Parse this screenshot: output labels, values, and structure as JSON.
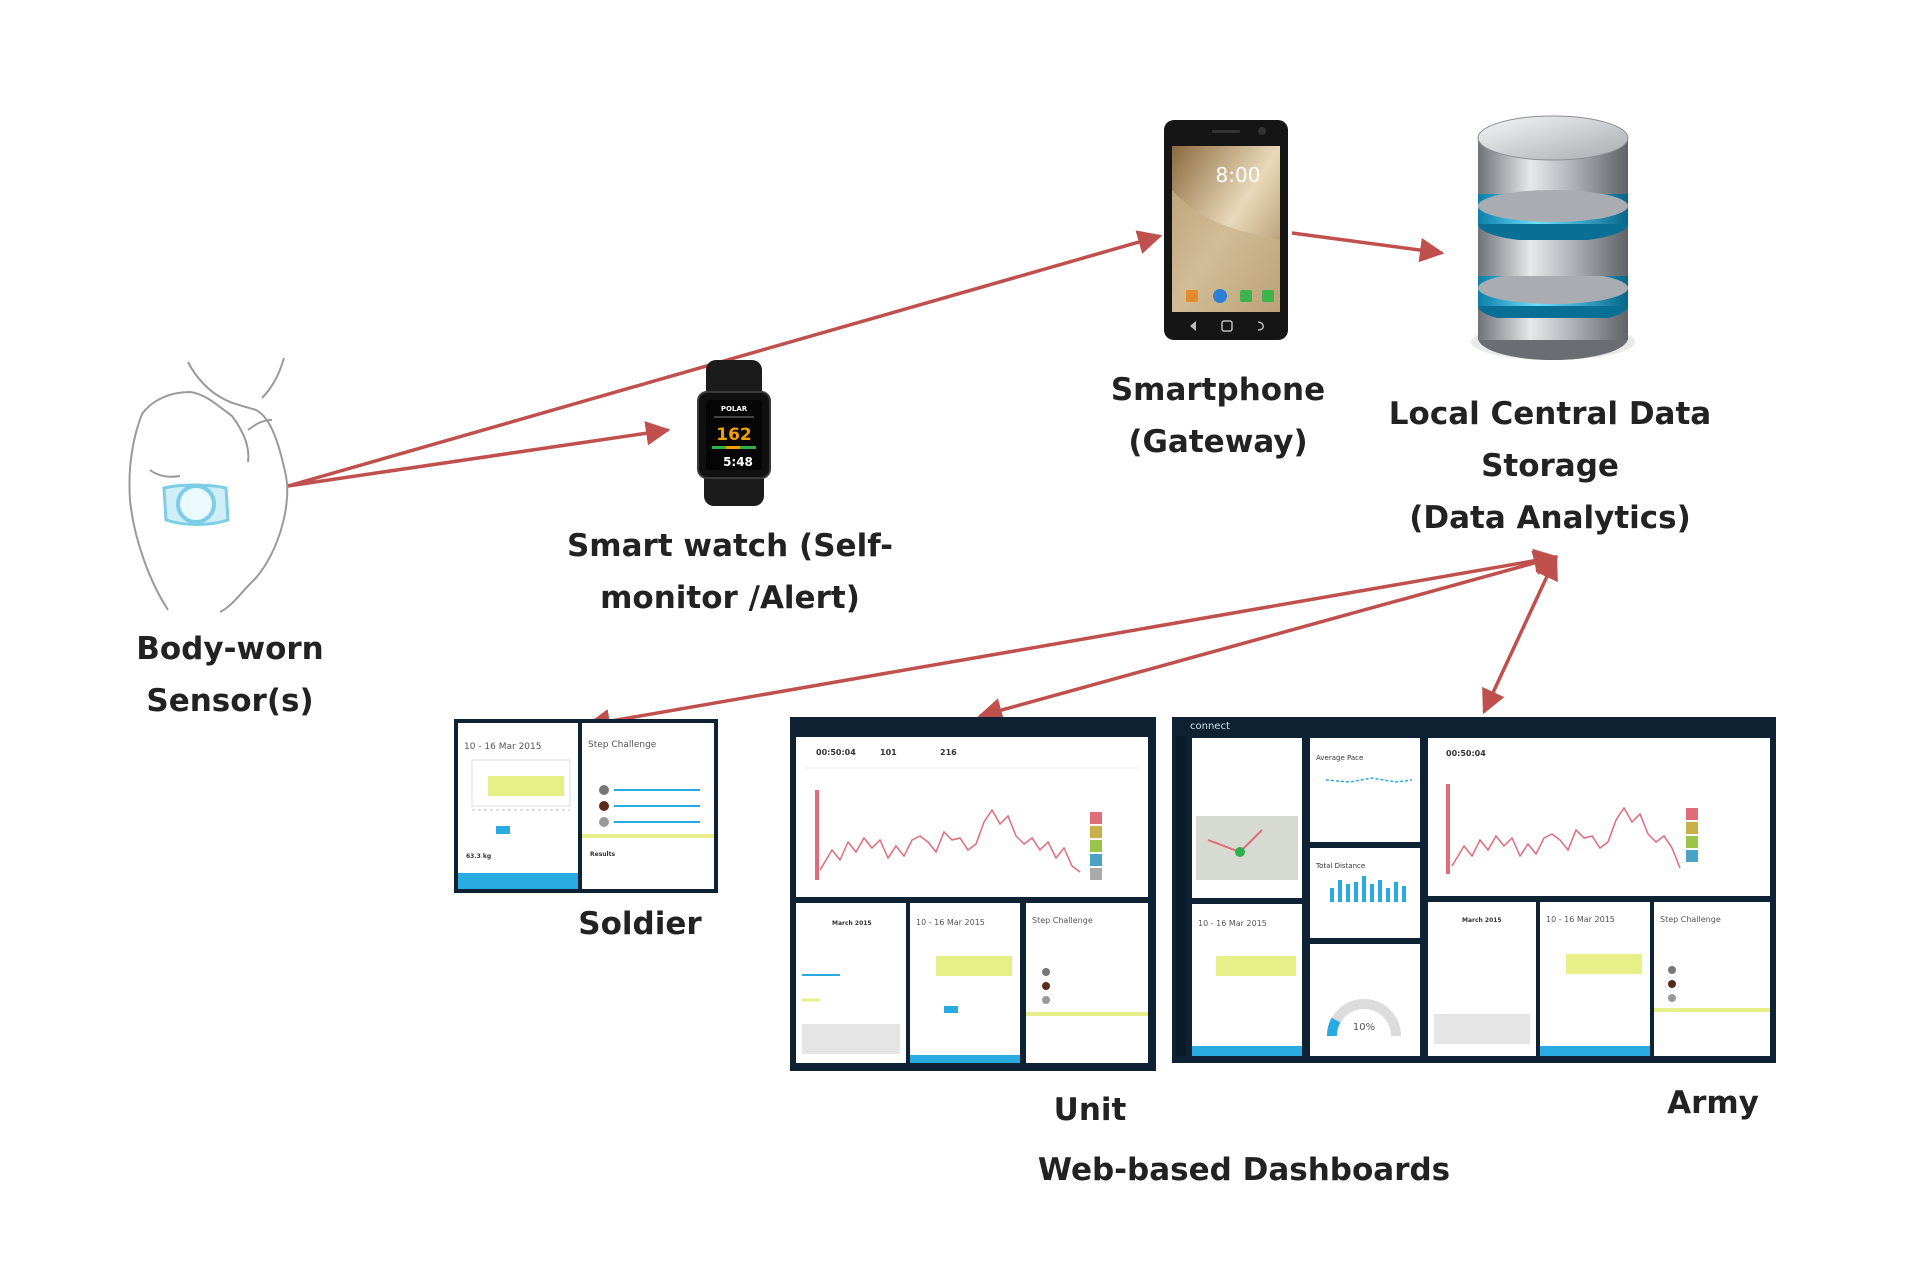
{
  "colors": {
    "arrow": "#c0504d",
    "dashboard_bg": "#0f2233",
    "dashboard_accent": "#29abe2",
    "chart_line": "#e06b7a",
    "highlight": "#e7f088"
  },
  "nodes": {
    "sensor": {
      "icon": "body-arm-sensor-icon",
      "label_lines": [
        "Body-worn",
        "Sensor(s)"
      ]
    },
    "watch": {
      "icon": "smart-watch-icon",
      "label_lines": [
        "Smart watch (Self-",
        "monitor /Alert)"
      ],
      "brand": "POLAR",
      "heart_rate": "162",
      "time": "5:48"
    },
    "phone": {
      "icon": "smartphone-icon",
      "label_lines": [
        "Smartphone",
        "(Gateway)"
      ],
      "clock": "8:00"
    },
    "storage": {
      "icon": "database-icon",
      "label_lines": [
        "Local Central Data",
        "Storage",
        "(Data Analytics)"
      ]
    }
  },
  "dashboards": {
    "heading": "Web-based Dashboards",
    "soldier": {
      "label": "Soldier"
    },
    "unit": {
      "label": "Unit"
    },
    "army": {
      "label": "Army",
      "app_name": "connect"
    }
  },
  "thumb": {
    "weight_date": "10 - 16 Mar 2015",
    "step_title": "Step Challenge",
    "calendar_month": "March 2015",
    "activity_time": "00:50:04",
    "stat_a": "101",
    "stat_b": "216",
    "average_pace": "Average Pace",
    "total_distance": "Total Distance",
    "gauge_value": "10%",
    "weight_value": "63.3 kg",
    "results": "Results"
  }
}
